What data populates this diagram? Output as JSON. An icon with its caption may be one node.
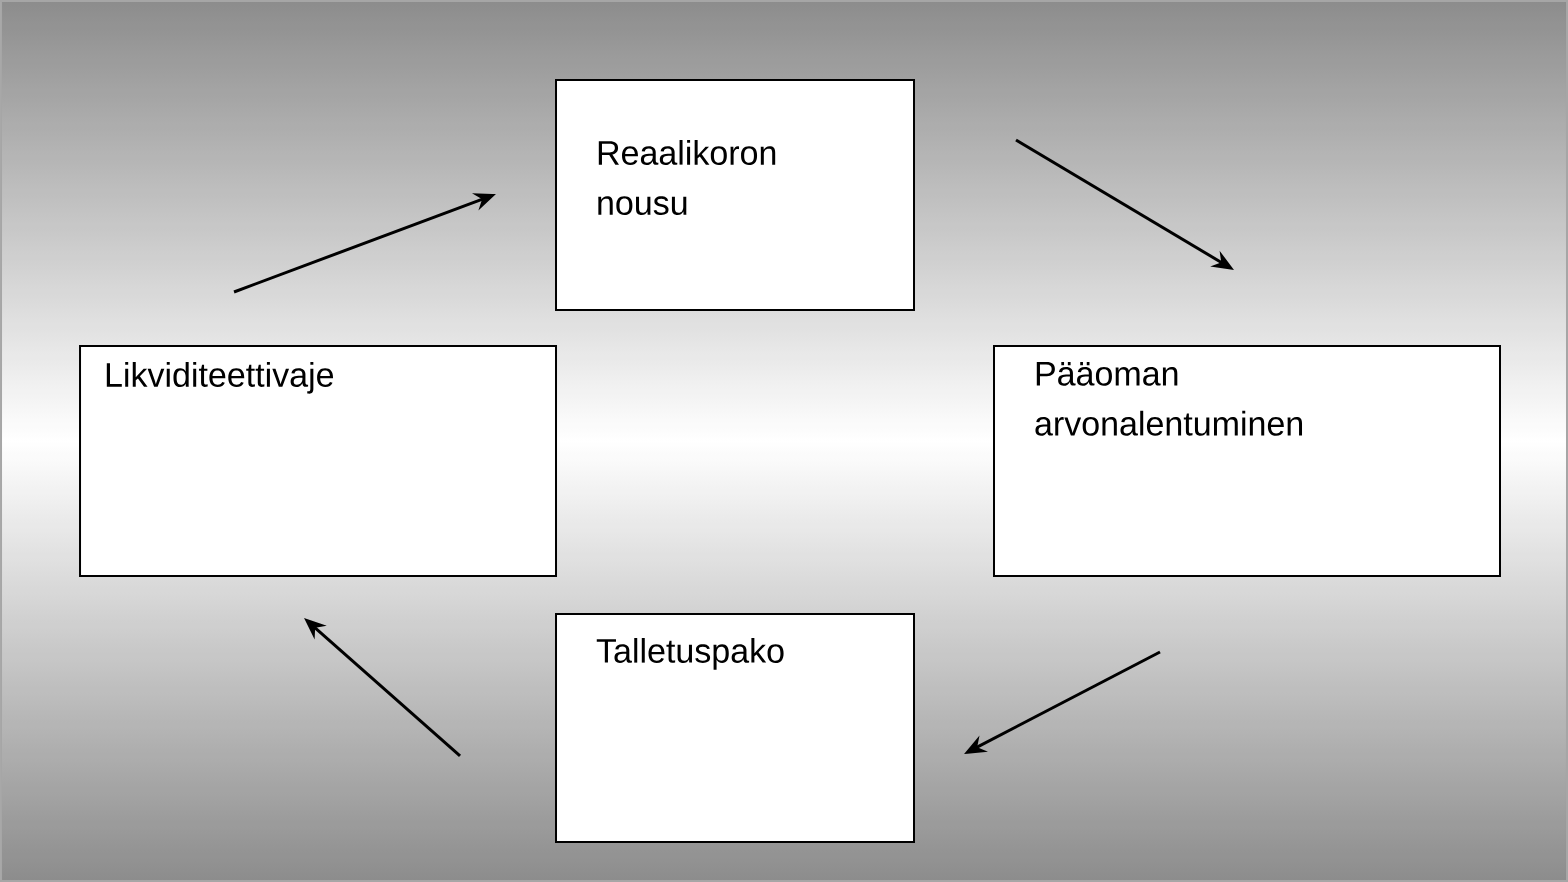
{
  "diagram": {
    "nodes": [
      {
        "text": [
          "Reaalikoron nousu"
        ]
      },
      {
        "text": [
          "Pääoman arvonalentuminen"
        ]
      },
      {
        "text": [
          "Talletuspako"
        ]
      },
      {
        "text": [
          "Likviditeettivaje"
        ]
      }
    ],
    "edges": [
      {
        "from": 3,
        "to": 0,
        "arrow": "to"
      },
      {
        "from": 0,
        "to": 1,
        "arrow": "to"
      },
      {
        "from": 1,
        "to": 2,
        "arrow": "to"
      },
      {
        "from": 2,
        "to": 3,
        "arrow": "to"
      }
    ]
  }
}
